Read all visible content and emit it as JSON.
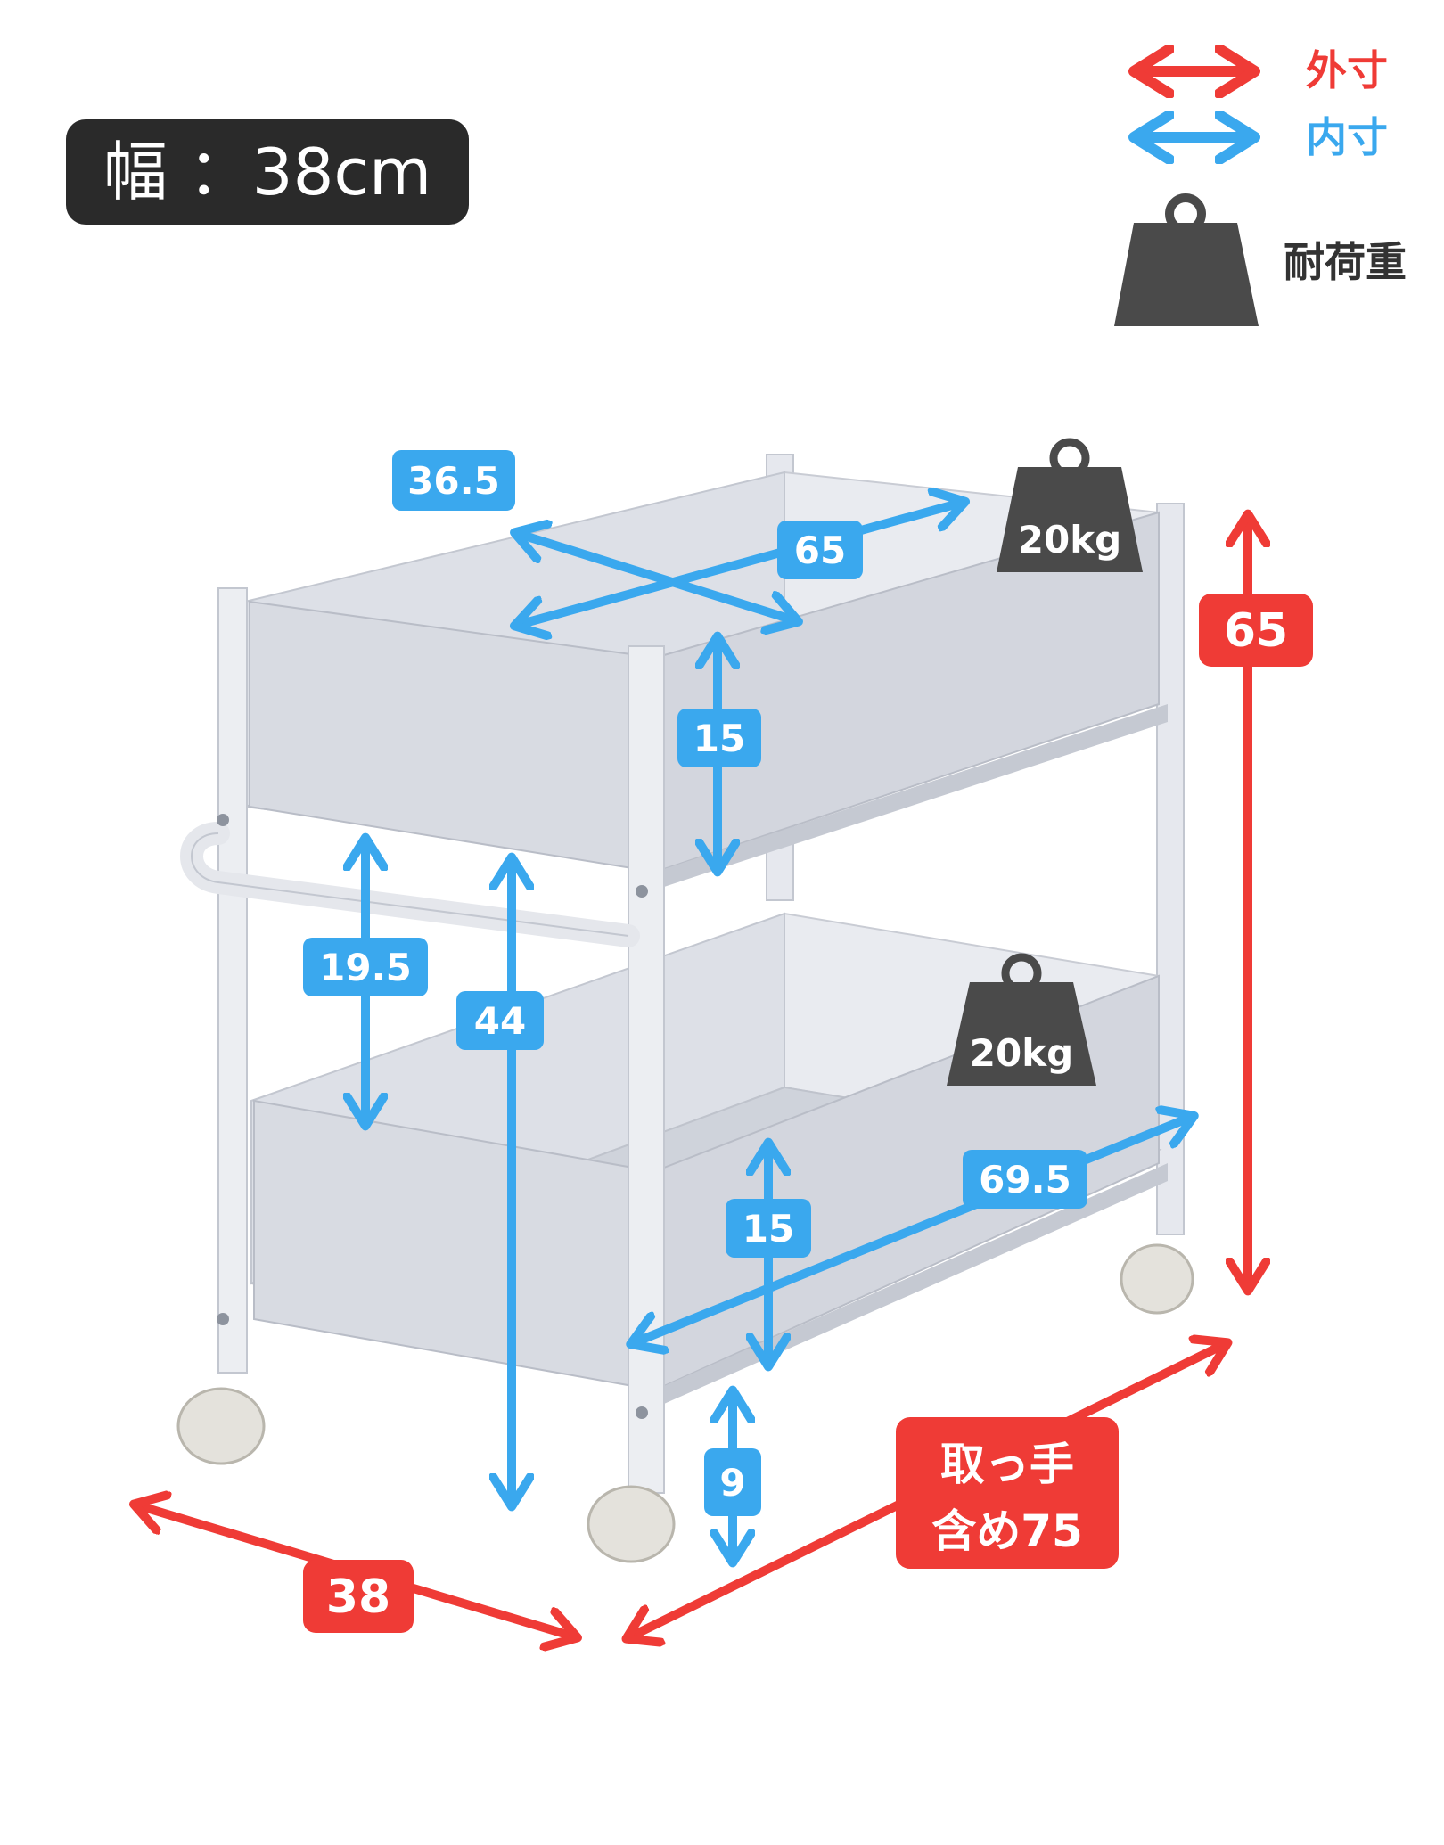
{
  "width_badge": {
    "text": "幅 ：38cm"
  },
  "legend": {
    "outer": {
      "label": "外寸",
      "color": "#ef3b36"
    },
    "inner": {
      "label": "内寸",
      "color": "#3aa8ee"
    },
    "load": {
      "label": "耐荷重",
      "color": "#555555"
    }
  },
  "colors": {
    "badge_bg": "#2a2a2a",
    "weight": "#4a4a4a",
    "cart": "#d9dce3",
    "cart_edge": "#b9bdc7"
  },
  "dimensions": {
    "inner_width_top": "36.5",
    "inner_depth_top": "65",
    "inner_height_top_basket": "15",
    "inner_clearance": "19.5",
    "inner_lower_height": "44",
    "inner_depth_bottom": "69.5",
    "inner_height_bottom_basket": "15",
    "inner_floor_clearance": "9",
    "outer_height": "65",
    "outer_width": "38",
    "outer_depth_line1": "取っ手",
    "outer_depth_line2": "含め75"
  },
  "loads": {
    "top": "20kg",
    "bottom": "20kg"
  }
}
